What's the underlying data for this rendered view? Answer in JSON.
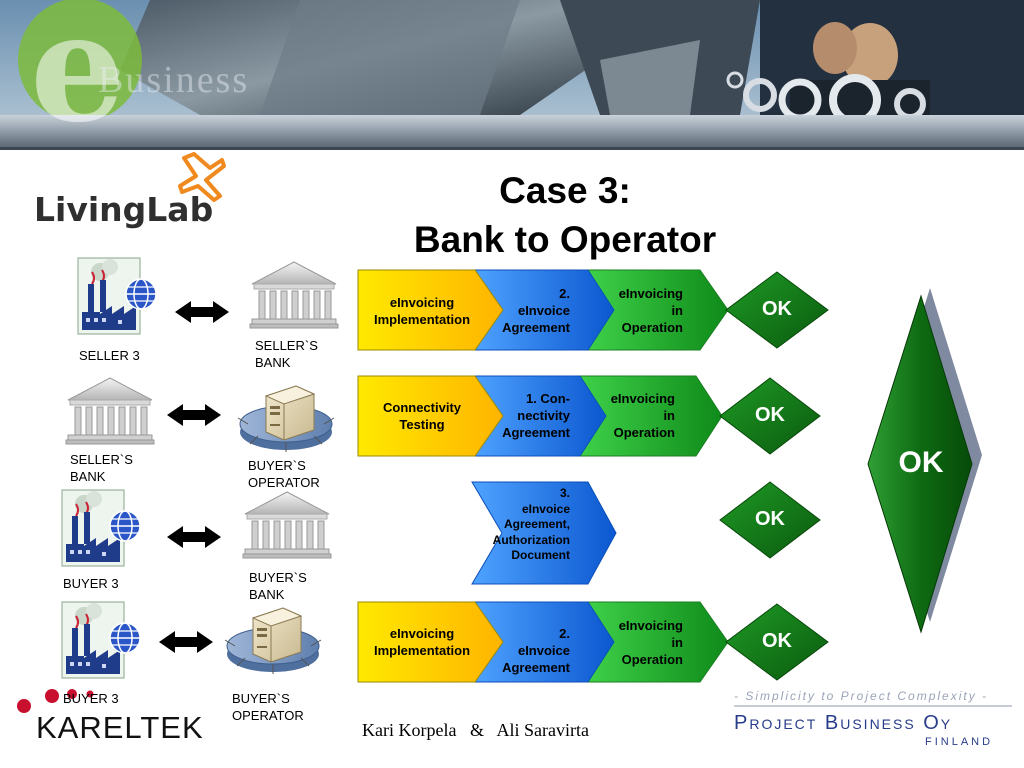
{
  "header": {
    "banner_text": "Business",
    "banner_letter": "e"
  },
  "logos": {
    "livinglab": "LivingLab",
    "kareltek": "KARELTEK",
    "project_business_slogan": "- Simplicity to Project Complexity -",
    "project_business_name": "Project Business Oy",
    "project_business_country": "FINLAND"
  },
  "title": {
    "line1": "Case 3:",
    "line2": "Bank to Operator"
  },
  "parties": {
    "row1_left": "SELLER 3",
    "row1_right_1": "SELLER`S",
    "row1_right_2": "BANK",
    "row2_left_1": "SELLER`S",
    "row2_left_2": "BANK",
    "row2_right_1": "BUYER`S",
    "row2_right_2": "OPERATOR",
    "row3_left": "BUYER 3",
    "row3_right_1": "BUYER`S",
    "row3_right_2": "BANK",
    "row4_left": "BUYER 3",
    "row4_right_1": "BUYER`S",
    "row4_right_2": "OPERATOR"
  },
  "steps": {
    "r1a_1": "eInvoicing",
    "r1a_2": "Implementation",
    "r1b_1": "2.",
    "r1b_2": "eInvoice",
    "r1b_3": "Agreement",
    "r1c_1": "eInvoicing",
    "r1c_2": "in",
    "r1c_3": "Operation",
    "r2a_1": "Connectivity",
    "r2a_2": "Testing",
    "r2b_1": "1. Con-",
    "r2b_2": "nectivity",
    "r2b_3": "Agreement",
    "r2c_1": "eInvoicing",
    "r2c_2": "in",
    "r2c_3": "Operation",
    "r3b_1": "3.",
    "r3b_2": "eInvoice",
    "r3b_3": "Agreement,",
    "r3b_4": "Authorization",
    "r3b_5": "Document",
    "r4a_1": "eInvoicing",
    "r4a_2": "Implementation",
    "r4b_1": "2.",
    "r4b_2": "eInvoice",
    "r4b_3": "Agreement",
    "r4c_1": "eInvoicing",
    "r4c_2": "in",
    "r4c_3": "Operation"
  },
  "status": {
    "row1": "OK",
    "row2": "OK",
    "row3": "OK",
    "row4": "OK",
    "overall": "OK"
  },
  "authors": "Kari Korpela   &   Ali Saravirta",
  "colors": {
    "yellow": "#FFD800",
    "blue": "#1E78F0",
    "green": "#1FAA2A",
    "dark_green": "#0E6B12",
    "brand_blue": "#283C8A",
    "kareltek_red": "#C8102E",
    "livinglab_orange": "#F08A1E"
  }
}
